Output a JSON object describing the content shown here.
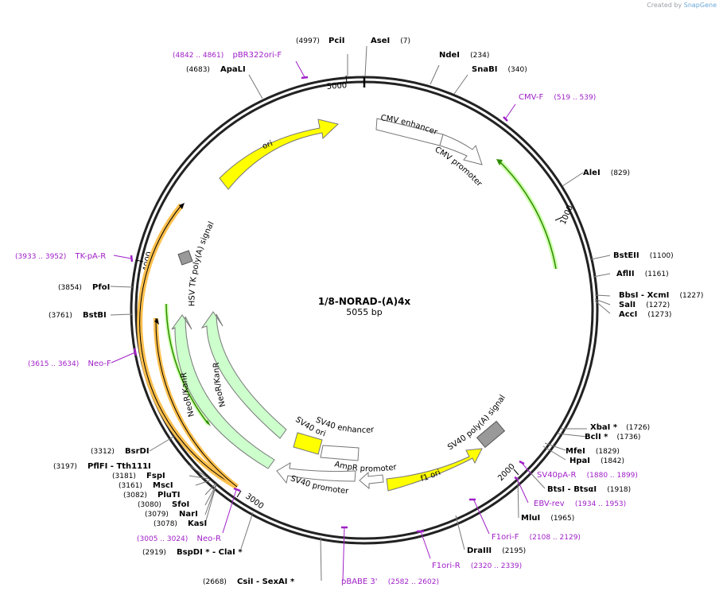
{
  "credit": {
    "prefix": "Created by",
    "brand": "SnapGene"
  },
  "plasmid": {
    "name": "1/8-NORAD-(A)4x",
    "size_label": "5055 bp",
    "length": 5055
  },
  "ticks": [
    {
      "pos": 1000,
      "label": "1000"
    },
    {
      "pos": 2000,
      "label": "2000"
    },
    {
      "pos": 3000,
      "label": "3000"
    },
    {
      "pos": 4000,
      "label": "4000"
    },
    {
      "pos": 5000,
      "label": "5000"
    }
  ],
  "sites": [
    {
      "name": "PciI",
      "pos": "(4997)"
    },
    {
      "name": "AseI",
      "pos": "(7)"
    },
    {
      "name": "NdeI",
      "pos": "(234)"
    },
    {
      "name": "SnaBI",
      "pos": "(340)"
    },
    {
      "name": "AleI",
      "pos": "(829)"
    },
    {
      "name": "BstEII",
      "pos": "(1100)"
    },
    {
      "name": "AflII",
      "pos": "(1161)"
    },
    {
      "name": "BbsI  - XcmI",
      "pos": "(1227)"
    },
    {
      "name": "SalI",
      "pos": "(1272)"
    },
    {
      "name": "AccI",
      "pos": "(1273)"
    },
    {
      "name": "XbaI *",
      "pos": "(1726)"
    },
    {
      "name": "BclI *",
      "pos": "(1736)"
    },
    {
      "name": "MfeI",
      "pos": "(1829)"
    },
    {
      "name": "HpaI",
      "pos": "(1842)"
    },
    {
      "name": "BtsI  - BtsαI",
      "pos": "(1918)"
    },
    {
      "name": "MluI",
      "pos": "(1965)"
    },
    {
      "name": "DraIII",
      "pos": "(2195)"
    },
    {
      "name": "CsiI  - SexAI *",
      "pos": "(2668)"
    },
    {
      "name": "BspDI *  - ClaI *",
      "pos": "(2919)"
    },
    {
      "name": "KasI",
      "pos": "(3078)"
    },
    {
      "name": "NarI",
      "pos": "(3079)"
    },
    {
      "name": "SfoI",
      "pos": "(3080)"
    },
    {
      "name": "PluTI",
      "pos": "(3082)"
    },
    {
      "name": "MscI",
      "pos": "(3161)"
    },
    {
      "name": "FspI",
      "pos": "(3181)"
    },
    {
      "name": "PflFI  - Tth111I",
      "pos": "(3197)"
    },
    {
      "name": "BsrDI",
      "pos": "(3312)"
    },
    {
      "name": "BstBI",
      "pos": "(3761)"
    },
    {
      "name": "PfoI",
      "pos": "(3854)"
    },
    {
      "name": "ApaLI",
      "pos": "(4683)"
    }
  ],
  "primers": [
    {
      "name": "pBR322ori-F",
      "range": "(4842 .. 4861)"
    },
    {
      "name": "CMV-F",
      "range": "(519 .. 539)"
    },
    {
      "name": "SV40pA-R",
      "range": "(1880 .. 1899)"
    },
    {
      "name": "EBV-rev",
      "range": "(1934 .. 1953)"
    },
    {
      "name": "F1ori-F",
      "range": "(2108 .. 2129)"
    },
    {
      "name": "F1ori-R",
      "range": "(2320 .. 2339)"
    },
    {
      "name": "pBABE 3'",
      "range": "(2582 .. 2602)"
    },
    {
      "name": "Neo-R",
      "range": "(3005 .. 3024)"
    },
    {
      "name": "Neo-F",
      "range": "(3615 .. 3634)"
    },
    {
      "name": "TK-pA-R",
      "range": "(3933 .. 3952)"
    }
  ],
  "features": {
    "cmv_enhancer": "CMV enhancer",
    "cmv_promoter": "CMV promoter",
    "ori": "ori",
    "hsv_tk_polya": "HSV TK poly(A) signal",
    "neor_kanr": "NeoR/KanR",
    "sv40_enhancer": "SV40 enhancer",
    "sv40_ori": "SV40 ori",
    "sv40_promoter": "SV40 promoter",
    "ampr_promoter": "AmpR promoter",
    "f1_ori": "f1 ori",
    "sv40_polya": "SV40 poly(A) signal"
  },
  "colors": {
    "backbone": "#222222",
    "ori": "#ffff00",
    "neor": "#ccffcc",
    "insert_arrow": "#ffc04d",
    "green_line": "#2e8b00",
    "primer": "#a020c8",
    "polya_box": "#999999"
  }
}
